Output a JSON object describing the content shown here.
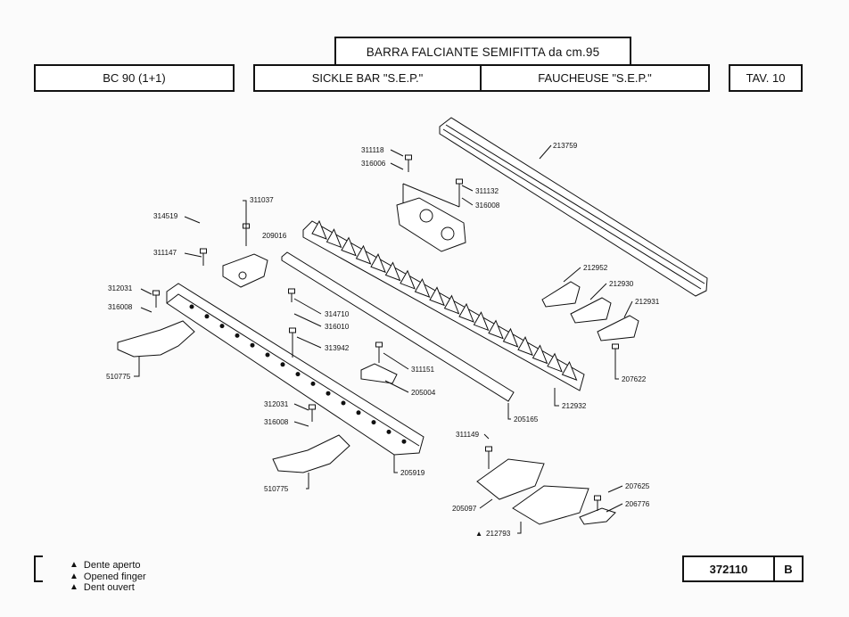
{
  "header": {
    "title": "BARRA FALCIANTE SEMIFITTA da cm.95",
    "model": "BC 90 (1+1)",
    "name_en": "SICKLE BAR \"S.E.P.\"",
    "name_fr": "FAUCHEUSE \"S.E.P.\"",
    "table": "TAV. 10"
  },
  "parts": {
    "p311118": "311118",
    "p316006a": "316006",
    "p311132": "311132",
    "p316008a": "316008",
    "p213759": "213759",
    "p311037": "311037",
    "p314519": "314519",
    "p209016": "209016",
    "p311147": "311147",
    "p312031a": "312031",
    "p316008b": "316008",
    "p314710": "314710",
    "p316010": "316010",
    "p313942": "313942",
    "p510775a": "510775",
    "p311151": "311151",
    "p205004": "205004",
    "p212952": "212952",
    "p212930": "212930",
    "p212931": "212931",
    "p207622": "207622",
    "p212932": "212932",
    "p205165": "205165",
    "p312031b": "312031",
    "p316008c": "316008",
    "p205919": "205919",
    "p510775b": "510775",
    "p311149": "311149",
    "p205097": "205097",
    "p207625": "207625",
    "p206776": "206776",
    "p212793": "212793"
  },
  "legend": {
    "line1": "Dente aperto",
    "line2": "Opened finger",
    "line3": "Dent ouvert"
  },
  "footer": {
    "code": "372110",
    "revision": "B"
  }
}
